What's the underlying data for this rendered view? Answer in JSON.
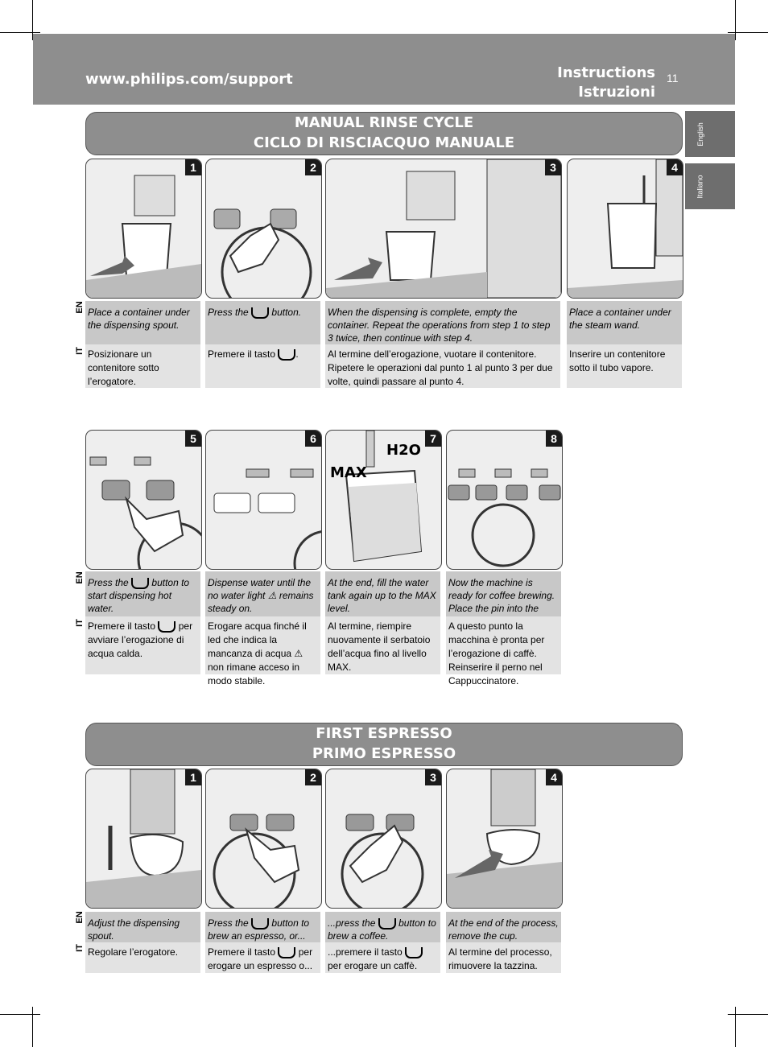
{
  "header": {
    "url": "www.philips.com/support",
    "title_en": "Instructions",
    "title_it": "Istruzioni",
    "page_number": "11"
  },
  "side_tabs": {
    "english": "English",
    "italiano": "Italiano"
  },
  "rinse": {
    "title_en": "MANUAL RINSE CYCLE",
    "title_it": "CICLO DI RISCIACQUO MANUALE",
    "lang_en": "EN",
    "lang_it": "IT",
    "steps": [
      {
        "n": "1",
        "en": "Place a container under the dispensing spout.",
        "it": "Posizionare un contenitore sotto l’erogatore."
      },
      {
        "n": "2",
        "en_pre": "Press the",
        "en_post": "button.",
        "it_pre": "Premere il tasto",
        "it_post": "."
      },
      {
        "n": "3",
        "en": "When the dispensing is complete, empty the container. Repeat the operations from step 1 to step 3 twice, then continue with step 4.",
        "it": "Al termine dell’erogazione, vuotare il contenitore. Ripetere le operazioni dal punto 1 al punto 3 per due volte, quindi passare al punto 4."
      },
      {
        "n": "4",
        "en": "Place a container under the steam wand.",
        "it": "Inserire un contenitore sotto il tubo vapore."
      },
      {
        "n": "5",
        "en_pre": "Press the",
        "en_post": "button to start dispensing hot water.",
        "it_pre": "Premere il tasto",
        "it_post": "per avviare l’erogazione di acqua calda."
      },
      {
        "n": "6",
        "en_pre": "Dispense water until the no water light",
        "en_post": "remains steady on.",
        "it_pre": "Erogare acqua finché il led che indica la mancanza di acqua",
        "it_post": "non rimane acceso in modo stabile."
      },
      {
        "n": "7",
        "en": "At the end, fill the water tank again up to the MAX level.",
        "it": "Al termine, riempire nuovamente il serbatoio dell’acqua fino al livello MAX.",
        "label_h2o": "H2O",
        "label_max": "MAX"
      },
      {
        "n": "8",
        "en": "Now the machine is ready for coffee brewing. Place the pin into the Cappuccinatore.",
        "it": "A questo punto la macchina è pronta per l’erogazione di caffè. Reinserire il perno nel Cappuccinatore."
      }
    ]
  },
  "espresso": {
    "title_en": "FIRST ESPRESSO",
    "title_it": "PRIMO ESPRESSO",
    "lang_en": "EN",
    "lang_it": "IT",
    "steps": [
      {
        "n": "1",
        "en": "Adjust the dispensing spout.",
        "it": "Regolare l’erogatore."
      },
      {
        "n": "2",
        "en_pre": "Press the",
        "en_post": "button to brew an espresso, or...",
        "it_pre": "Premere il tasto",
        "it_post": "per erogare un espresso o..."
      },
      {
        "n": "3",
        "en_pre": "...press the",
        "en_post": "button to brew a coffee.",
        "it_pre": "...premere il tasto",
        "it_post": "per erogare un caffè."
      },
      {
        "n": "4",
        "en": "At the end of the process, remove the cup.",
        "it": "Al termine del processo, rimuovere la tazzina."
      }
    ]
  }
}
